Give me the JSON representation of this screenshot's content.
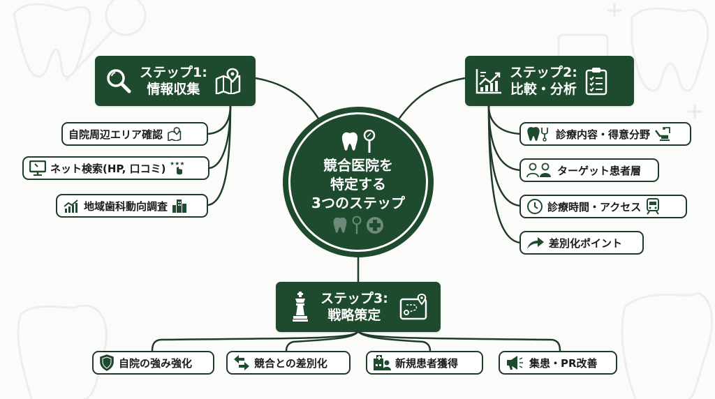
{
  "center": {
    "title_lines": [
      "競合医院を",
      "特定する",
      "3つのステップ"
    ],
    "top_icons": [
      "tooth-icon",
      "dental-mirror-icon"
    ],
    "bottom_icons": [
      "tooth-icon",
      "dental-mirror-icon",
      "medical-cross-icon"
    ]
  },
  "steps": [
    {
      "id": "step1",
      "title_line1": "ステップ1:",
      "title_line2": "情報収集",
      "left_icon": "magnifier-icon",
      "right_icon": "map-pin-icon",
      "items": [
        {
          "label": "自院周辺エリア確認",
          "icon": "map-pin-icon",
          "icon_position": "right"
        },
        {
          "label": "ネット検索(HP, 口コミ)",
          "icon_left": "monitor-icon",
          "icon_right": "rating-click-icon"
        },
        {
          "label": "地域歯科動向調査",
          "icon_left": "growth-chart-icon",
          "icon_right": "buildings-icon"
        }
      ]
    },
    {
      "id": "step2",
      "title_line1": "ステップ2:",
      "title_line2": "比較・分析",
      "left_icon": "growth-chart-icon",
      "right_icon": "clipboard-checklist-icon",
      "items": [
        {
          "label": "診療内容・得意分野",
          "icon_left": "tooth-stethoscope-icon",
          "icon_right": "dental-chair-icon"
        },
        {
          "label": "ターゲット患者層",
          "icon_left": "people-icon"
        },
        {
          "label": "診療時間・アクセス",
          "icon_left": "clock-icon",
          "icon_right": "train-icon"
        },
        {
          "label": "差別化ポイント",
          "icon_left": "arrow-turn-icon"
        }
      ]
    },
    {
      "id": "step3",
      "title_line1": "ステップ3:",
      "title_line2": "戦略策定",
      "left_icon": "chess-king-icon",
      "right_icon": "route-map-icon",
      "items": [
        {
          "label": "自院の強み強化",
          "icon_left": "shield-icon"
        },
        {
          "label": "競合との差別化",
          "icon_left": "swap-arrows-icon"
        },
        {
          "label": "新規患者獲得",
          "icon_left": "clinic-patient-icon"
        },
        {
          "label": "集患・PR改善",
          "icon_left": "megaphone-icon"
        }
      ]
    }
  ],
  "colors": {
    "primary_green": "#1e4a2e",
    "border_dark": "#1e3a28",
    "background": "#fbfbfa",
    "text": "#1a1a1a",
    "white": "#ffffff"
  }
}
